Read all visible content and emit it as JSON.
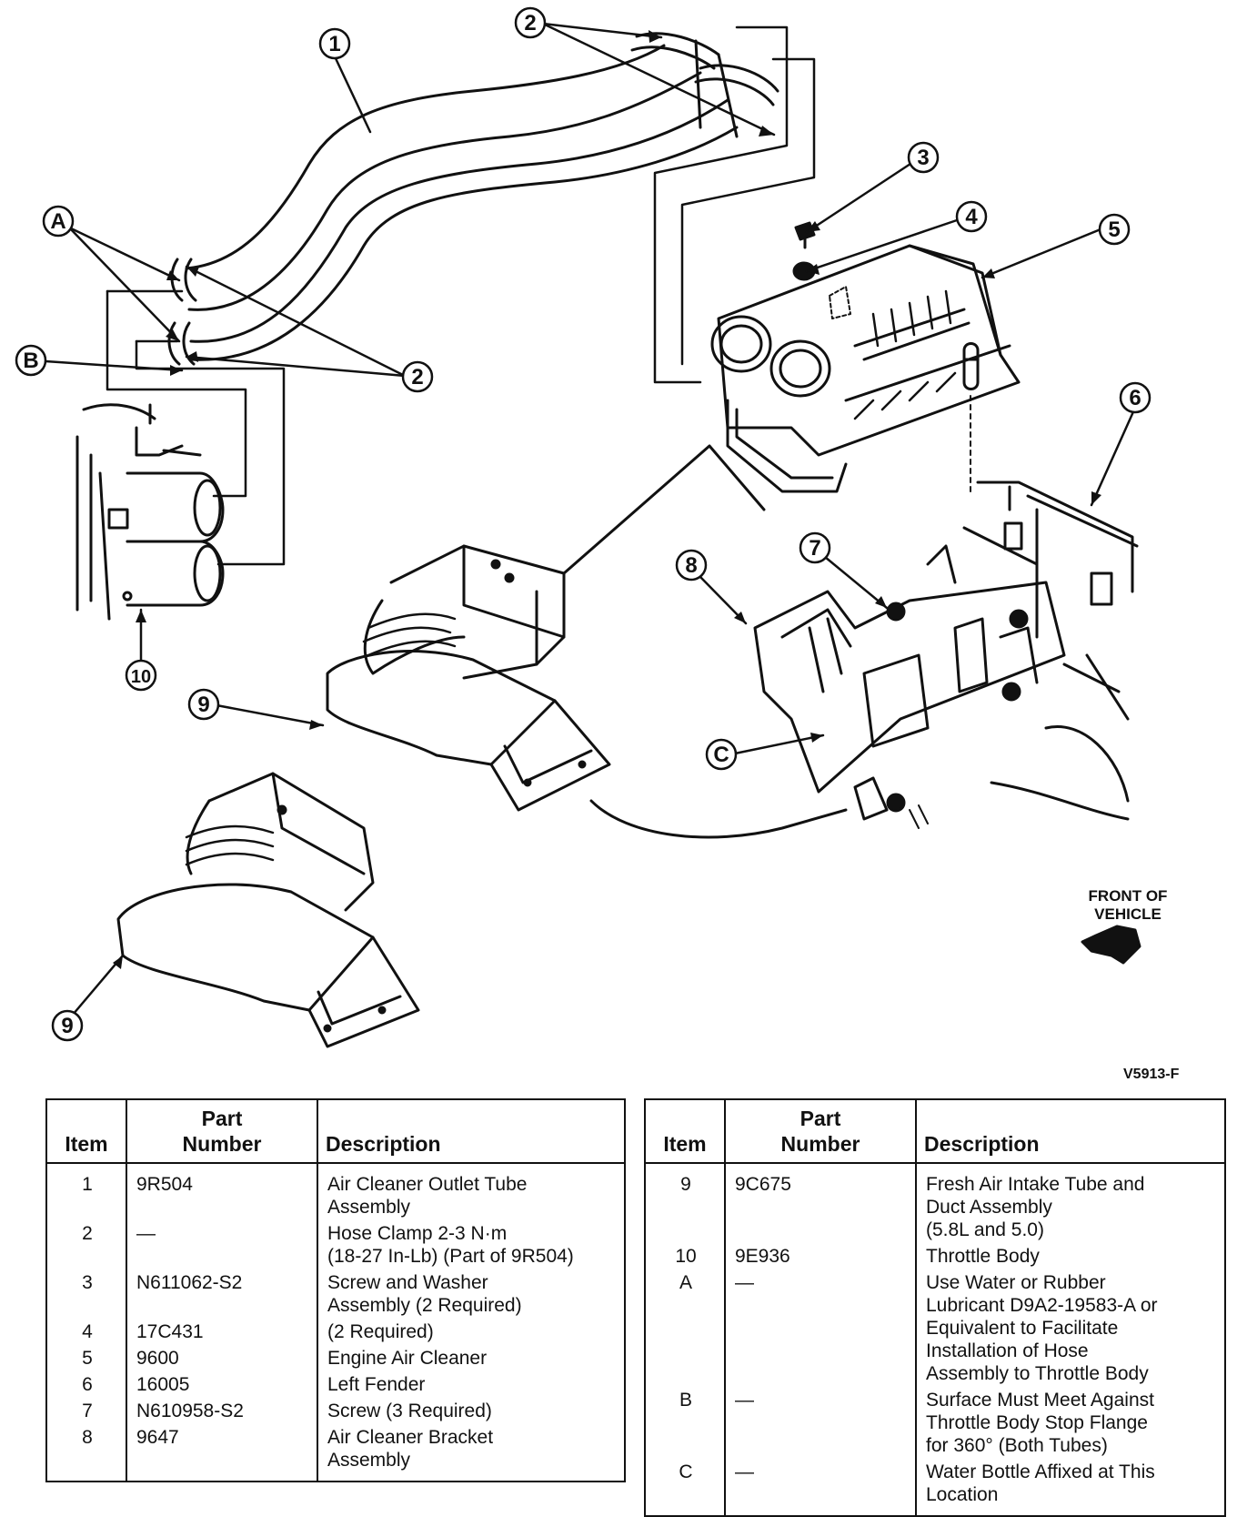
{
  "figure": {
    "callouts": {
      "c1": "1",
      "c2a": "2",
      "c2b": "2",
      "c3": "3",
      "c4": "4",
      "c5": "5",
      "c6": "6",
      "c7": "7",
      "c8": "8",
      "c9a": "9",
      "c9b": "9",
      "c10": "10",
      "cA": "A",
      "cB": "B",
      "cC": "C"
    },
    "front_label_line1": "FRONT OF",
    "front_label_line2": "VEHICLE",
    "figure_code": "V5913-F"
  },
  "table_headers": {
    "item": "Item",
    "part_line1": "Part",
    "part_line2": "Number",
    "description": "Description"
  },
  "parts_left": [
    {
      "item": "1",
      "part": "9R504",
      "desc": [
        "Air Cleaner Outlet Tube",
        "Assembly"
      ]
    },
    {
      "item": "2",
      "part": "—",
      "desc": [
        "Hose Clamp 2-3 N·m",
        "(18-27 In-Lb) (Part of 9R504)"
      ]
    },
    {
      "item": "3",
      "part": "N611062-S2",
      "desc": [
        "Screw and Washer",
        "Assembly (2 Required)"
      ]
    },
    {
      "item": "4",
      "part": "17C431",
      "desc": [
        "(2 Required)"
      ]
    },
    {
      "item": "5",
      "part": "9600",
      "desc": [
        "Engine Air Cleaner"
      ]
    },
    {
      "item": "6",
      "part": "16005",
      "desc": [
        "Left Fender"
      ]
    },
    {
      "item": "7",
      "part": "N610958-S2",
      "desc": [
        "Screw (3 Required)"
      ]
    },
    {
      "item": "8",
      "part": "9647",
      "desc": [
        "Air Cleaner Bracket",
        "Assembly"
      ]
    }
  ],
  "parts_right": [
    {
      "item": "9",
      "part": "9C675",
      "desc": [
        "Fresh Air Intake Tube and",
        "Duct Assembly",
        "(5.8L and 5.0)"
      ]
    },
    {
      "item": "10",
      "part": "9E936",
      "desc": [
        "Throttle Body"
      ]
    },
    {
      "item": "A",
      "part": "—",
      "desc": [
        "Use Water or Rubber",
        "Lubricant D9A2-19583-A or",
        "Equivalent to Facilitate",
        "Installation of Hose",
        "Assembly to Throttle Body"
      ]
    },
    {
      "item": "B",
      "part": "—",
      "desc": [
        "Surface Must Meet Against",
        "Throttle Body Stop Flange",
        "for 360° (Both Tubes)"
      ]
    },
    {
      "item": "C",
      "part": "—",
      "desc": [
        "Water Bottle Affixed at This",
        "Location"
      ]
    }
  ],
  "colors": {
    "ink": "#111111",
    "paper": "#ffffff"
  }
}
